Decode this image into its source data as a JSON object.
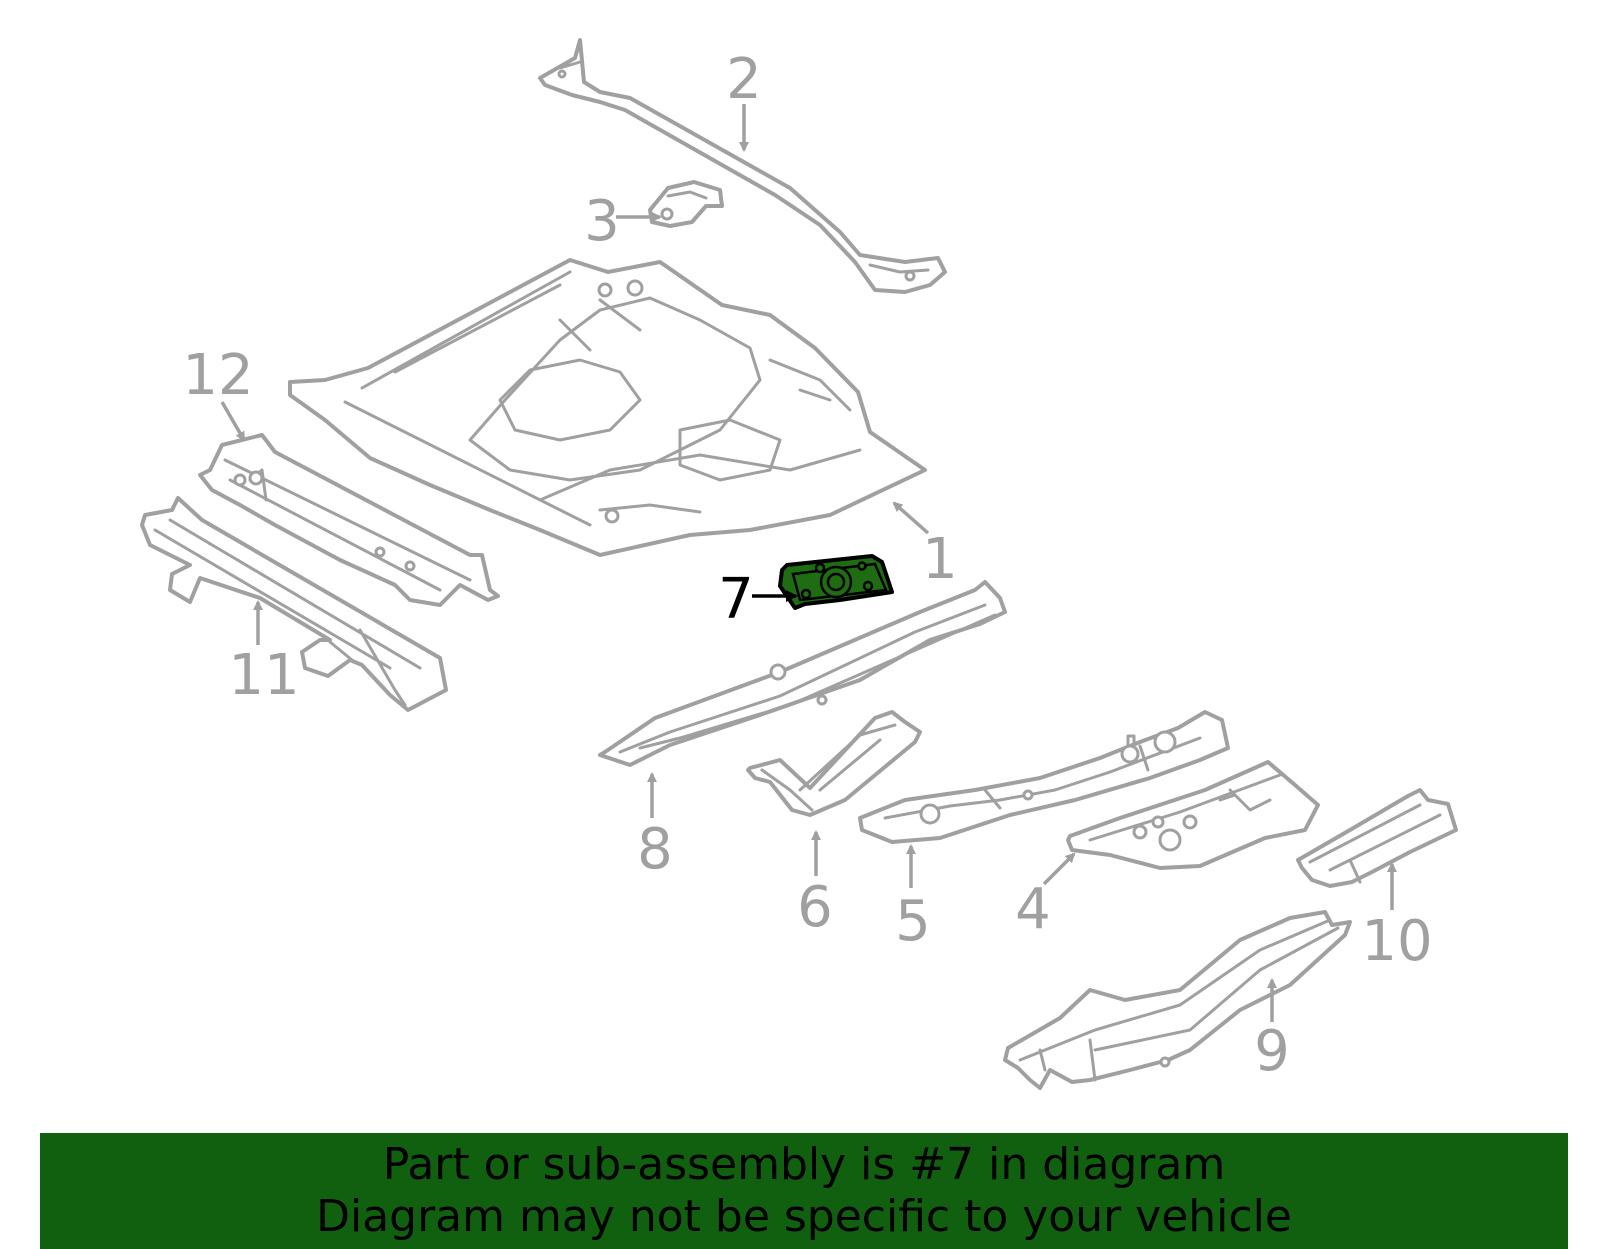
{
  "diagram": {
    "callouts": [
      "1",
      "2",
      "3",
      "4",
      "5",
      "6",
      "7",
      "8",
      "9",
      "10",
      "11",
      "12"
    ],
    "highlighted_part": "7",
    "colors": {
      "outline": "#a0a0a0",
      "highlight_fill": "#1f6d12",
      "highlight_outline": "#000000",
      "banner_background": "#116010"
    }
  },
  "banner": {
    "line1": "Part or sub-assembly is #7 in diagram",
    "line2": "Diagram may not be specific to your vehicle"
  }
}
